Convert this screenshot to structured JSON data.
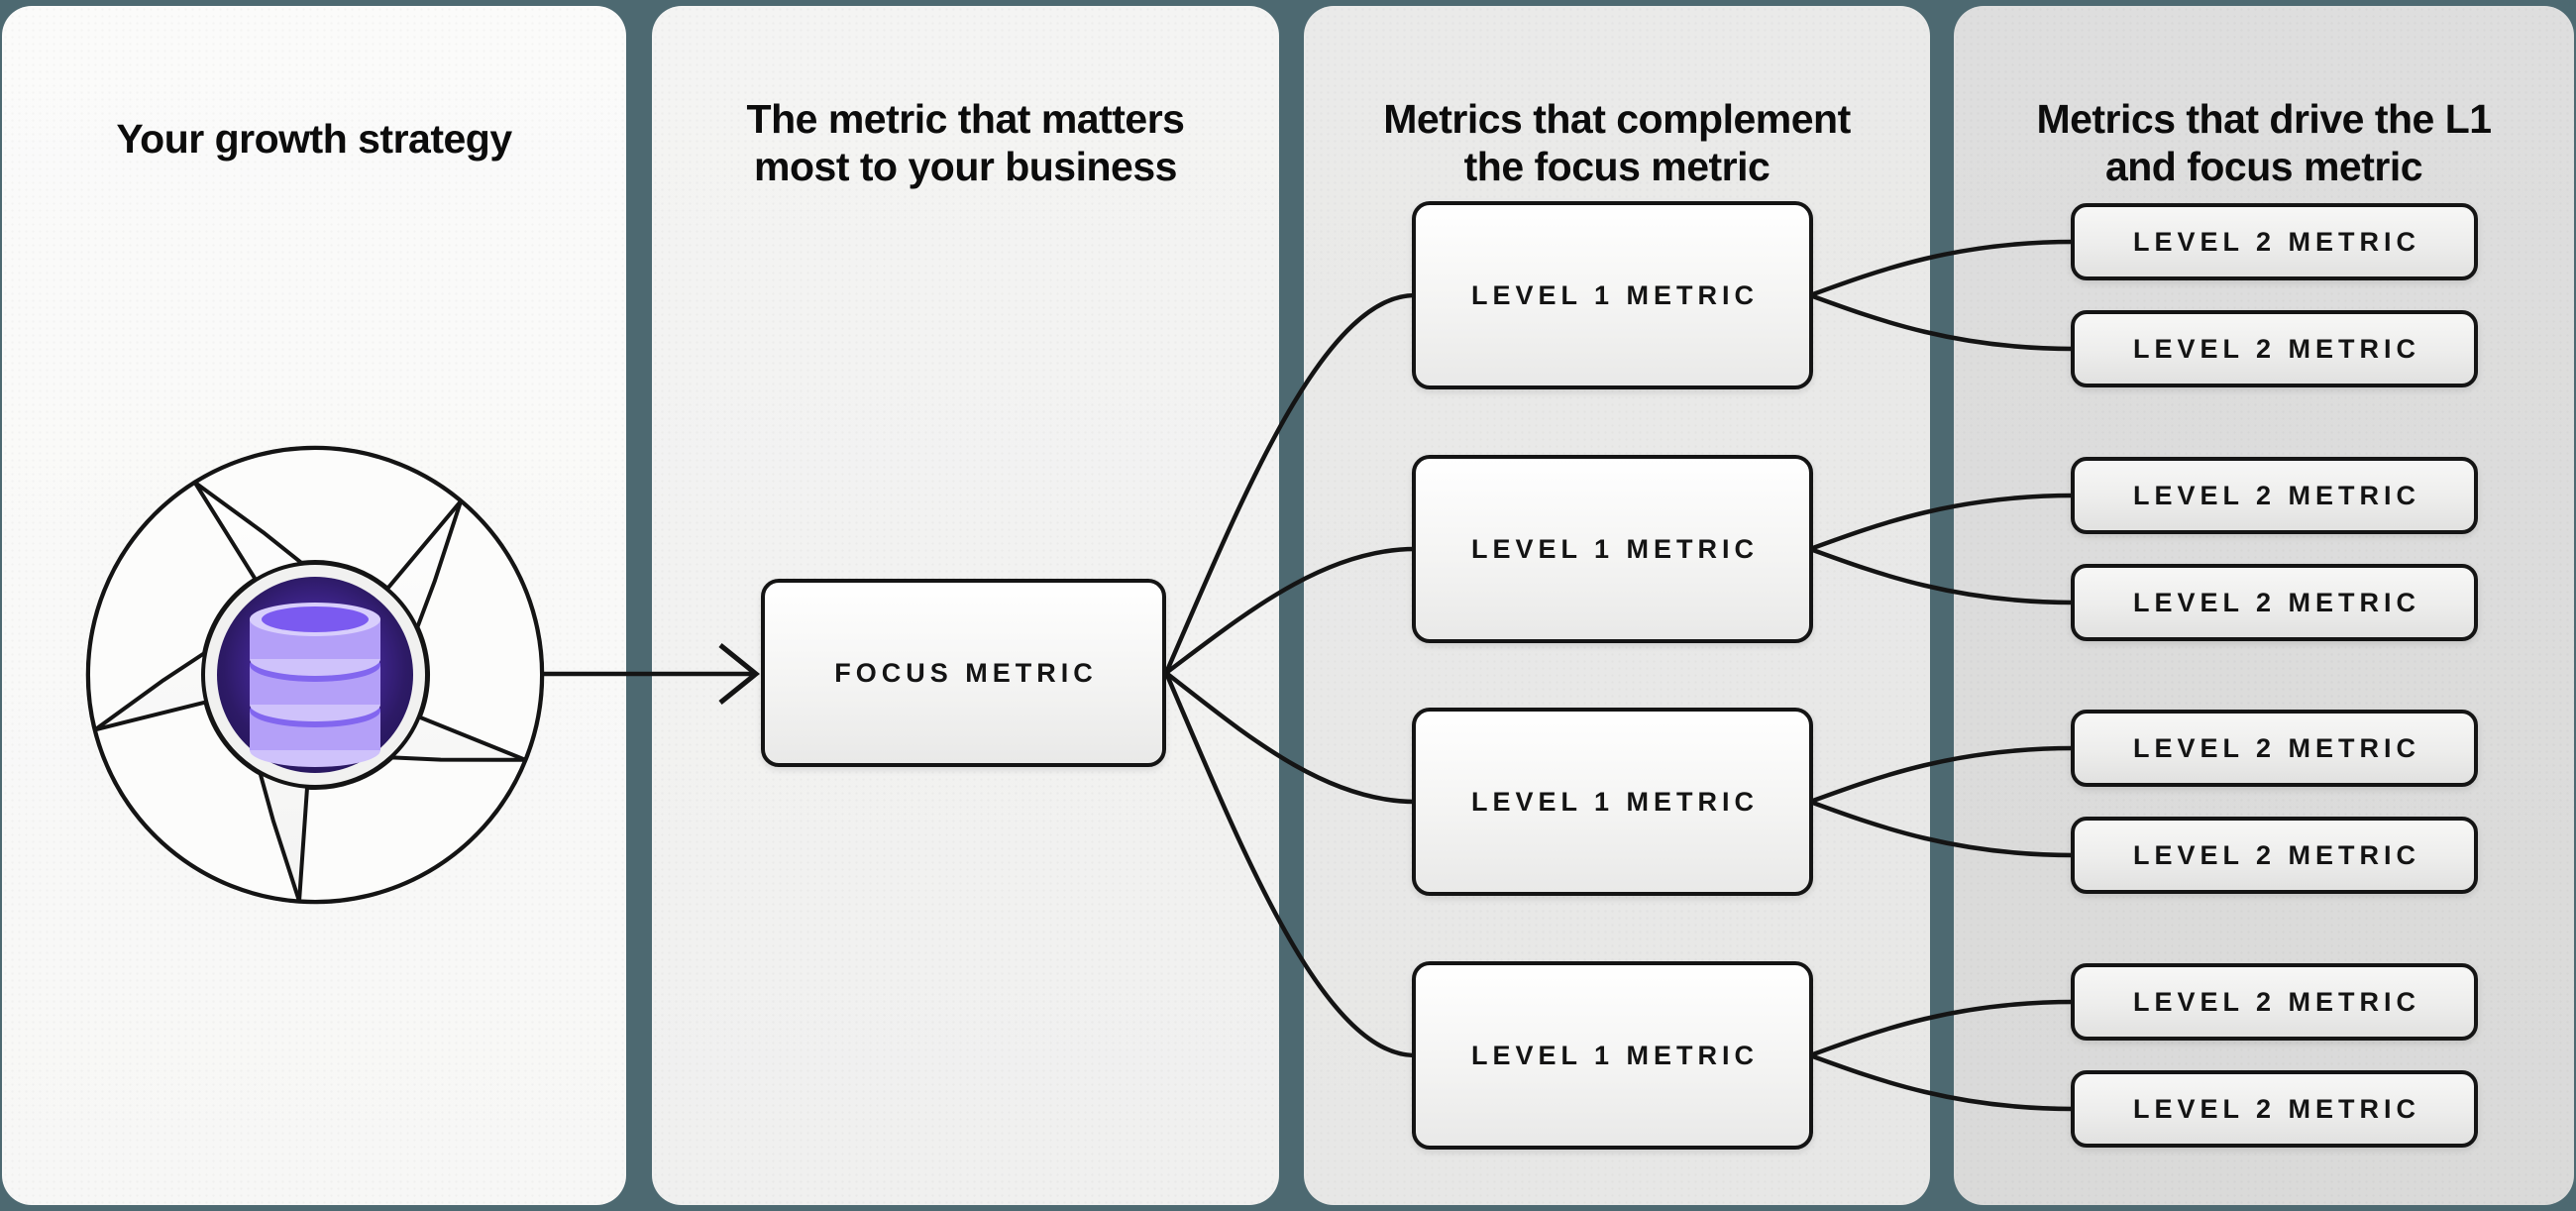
{
  "panels": [
    {
      "title_lines": [
        "Your growth strategy",
        ""
      ]
    },
    {
      "title_lines": [
        "The metric that matters",
        "most to your business"
      ]
    },
    {
      "title_lines": [
        "Metrics that complement",
        "the focus metric"
      ]
    },
    {
      "title_lines": [
        "Metrics that drive the L1",
        "and focus metric"
      ]
    }
  ],
  "nodes": {
    "focus": {
      "label": "FOCUS METRIC"
    },
    "level1": [
      {
        "label": "LEVEL 1 METRIC"
      },
      {
        "label": "LEVEL 1 METRIC"
      },
      {
        "label": "LEVEL 1 METRIC"
      },
      {
        "label": "LEVEL 1 METRIC"
      }
    ],
    "level2": [
      {
        "label": "LEVEL 2 METRIC"
      },
      {
        "label": "LEVEL 2 METRIC"
      },
      {
        "label": "LEVEL 2 METRIC"
      },
      {
        "label": "LEVEL 2 METRIC"
      },
      {
        "label": "LEVEL 2 METRIC"
      },
      {
        "label": "LEVEL 2 METRIC"
      },
      {
        "label": "LEVEL 2 METRIC"
      },
      {
        "label": "LEVEL 2 METRIC"
      }
    ]
  },
  "icons": {
    "strategy_wheel": "aperture-wheel-icon",
    "strategy_core": "database-icon"
  },
  "colors": {
    "background_teal": "#4d6971",
    "panel_1": "#fafaf9",
    "panel_2": "#f2f2f1",
    "panel_3": "#e9e9e8",
    "panel_4": "#dcdcdb",
    "line_black": "#141414",
    "core_purple_dark": "#23145a",
    "core_purple_mid": "#46299c",
    "db_lavender_light": "#cfc2fb",
    "db_lavender_mid": "#b4a0f8",
    "db_purple_rim": "#8266ef"
  }
}
